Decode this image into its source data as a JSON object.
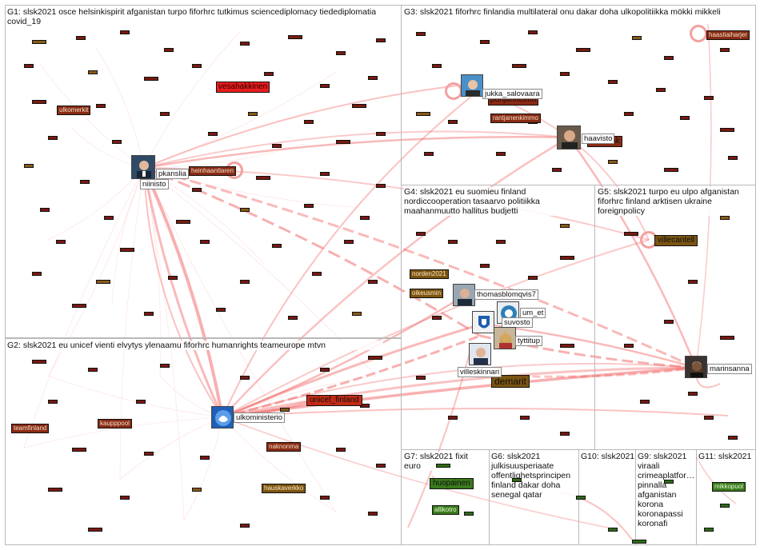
{
  "groups": [
    {
      "id": "G1",
      "label": "G1: slsk2021 osce helsinkispirit afganistan turpo fiforhrc tutkimus sciencediplomacy tiedediplomatia covid_19"
    },
    {
      "id": "G2",
      "label": "G2: slsk2021 eu unicef vienti elvytys ylenaamu fiforhrc humanrights teameurope mtvn"
    },
    {
      "id": "G3",
      "label": "G3: slsk2021 fiforhrc finlandia multilateral onu dakar doha ulkopolitiikka mökki mikkeli"
    },
    {
      "id": "G4",
      "label": "G4: slsk2021 eu suomieu finland nordiccooperation tasaarvo politiikka maahanmuutto hallitus budjetti"
    },
    {
      "id": "G5",
      "label": "G5: slsk2021 turpo eu ulpo afganistan fiforhrc finland arktisen ukraine foreignpolicy"
    },
    {
      "id": "G6",
      "label": "G6: slsk2021 julkisuusperiaate offentlighetsprincipen finland dakar doha senegal qatar"
    },
    {
      "id": "G7",
      "label": "G7: slsk2021 fixit euro"
    },
    {
      "id": "G9",
      "label": "G9: slsk2021 viraali crimeaplatfor… pinnalla afganistan korona koronapassi koronafi"
    },
    {
      "id": "G10",
      "label": "G10: slsk2021"
    },
    {
      "id": "G11",
      "label": "G11: slsk2021"
    }
  ],
  "accounts": {
    "niinisto": "niinisto",
    "pkanslia": "pkanslia",
    "ulkoministerio": "ulkoministerio",
    "jukka_salovaara": "jukka_salovaara",
    "haavisto": "haavisto",
    "thomasblomqvist": "thomasblomqvis7",
    "um_et": "um_et",
    "suvosto": "suvosto",
    "tyttitup": "tyttitup",
    "villeskinnari": "villeskinnari",
    "marinsanna": "marinsanna"
  },
  "tags": {
    "vesahakkinen": "vesahakkinen",
    "pohjanheimo": "pohjanheimo",
    "viinikkak": "viinikkak",
    "villecantell": "villecantell",
    "unicef_finland": "unicef_finland",
    "demarit": "demarit",
    "norden2021": "norden2021",
    "oikeusmin": "oikeusmin",
    "huopainen": "huopainen",
    "allikotro": "allikotro",
    "teamfinland": "teamfinland",
    "heinhaantlaren": "heinhaantlaren",
    "naknonma": "naknonma",
    "kaupppool": "kaupppool",
    "mikkopuol": "mikkopuol",
    "haastiaiharjer": "haastiaiharjer",
    "rantjanenkimmo": "rantjanenkimmo",
    "ulkomerkit": "ulkomerkit",
    "hauskaverkko": "hauskaverkko"
  },
  "colors": {
    "edge": "#f05050",
    "node_red": "#7a1a10",
    "node_green": "#2f6b16",
    "highlight": "#e81c1c",
    "ring": "#f3a0a0",
    "panel_border": "#b9b9b9"
  }
}
